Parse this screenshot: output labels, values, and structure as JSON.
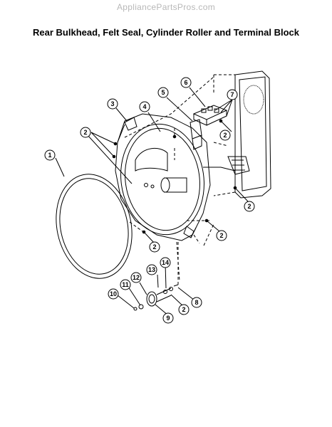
{
  "header": {
    "watermark": "AppliancePartsPros.com",
    "title": "Rear Bulkhead, Felt Seal, Cylinder Roller and Terminal Block"
  },
  "diagram": {
    "callouts": [
      "1",
      "2",
      "3",
      "4",
      "5",
      "6",
      "7",
      "8",
      "9",
      "10",
      "11",
      "12",
      "13",
      "14"
    ]
  }
}
